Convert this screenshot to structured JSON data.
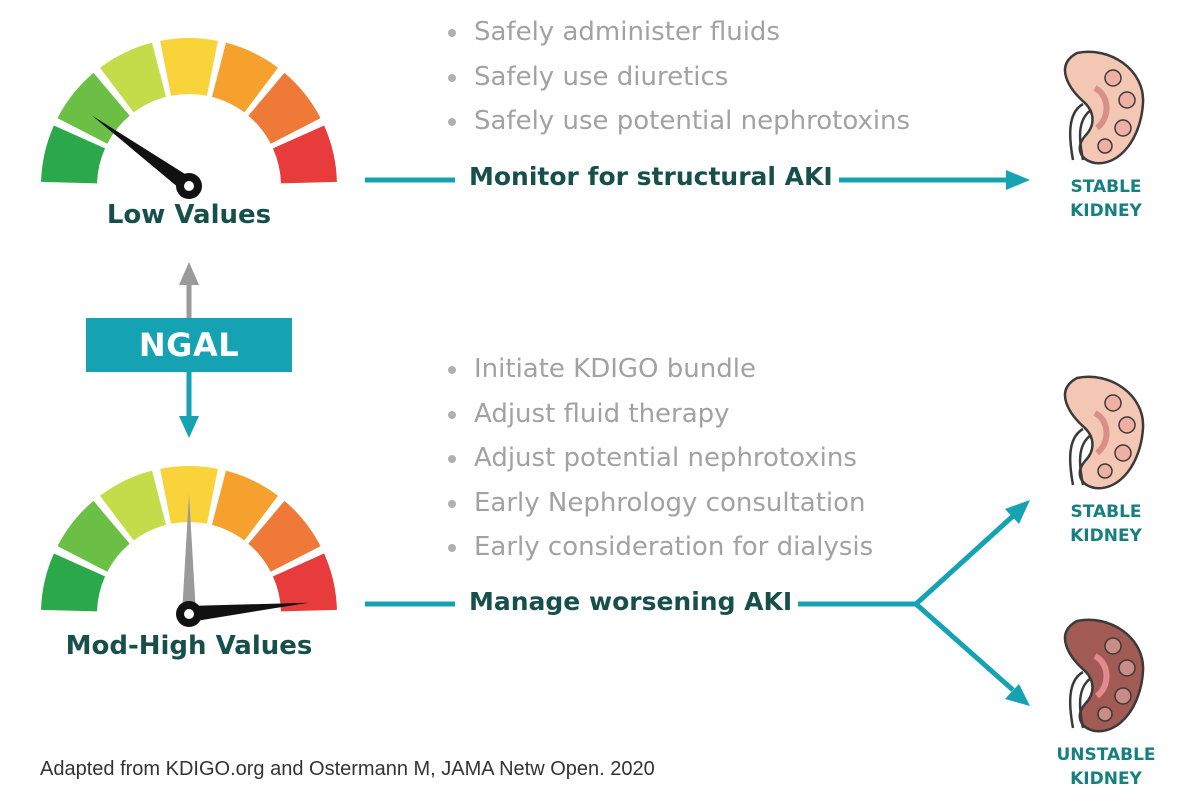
{
  "colors": {
    "teal": "#15a3b3",
    "dark_teal": "#17504b",
    "kidney_label": "#167f80",
    "bullet_text": "#a2a2a2",
    "gauge_segments": [
      "#2aa84a",
      "#6cbf45",
      "#c5dc4a",
      "#f8d33a",
      "#f6a12e",
      "#ef7a37",
      "#e73c3b"
    ]
  },
  "gauge_top": {
    "label": "Low Values",
    "level_fraction": 0.2
  },
  "gauge_bottom": {
    "label": "Mod-High Values",
    "level_fraction": 0.97,
    "ghost_fraction": 0.5
  },
  "ngal": {
    "label": "NGAL"
  },
  "top_bullets": [
    "Safely administer fluids",
    "Safely use diuretics",
    "Safely use potential nephrotoxins"
  ],
  "bottom_bullets": [
    "Initiate KDIGO bundle",
    "Adjust fluid therapy",
    "Adjust potential nephrotoxins",
    "Early Nephrology consultation",
    "Early consideration for dialysis"
  ],
  "actions": {
    "top": "Monitor for structural AKI",
    "bottom": "Manage worsening AKI"
  },
  "kidneys": {
    "top": {
      "line1": "STABLE",
      "line2": "KIDNEY",
      "icon": "healthy-kidney-icon"
    },
    "middle": {
      "line1": "STABLE",
      "line2": "KIDNEY",
      "icon": "healthy-kidney-icon"
    },
    "bottom": {
      "line1": "UNSTABLE",
      "line2": "KIDNEY",
      "icon": "damaged-kidney-icon"
    }
  },
  "citation": "Adapted from KDIGO.org and Ostermann M, JAMA Netw Open. 2020"
}
